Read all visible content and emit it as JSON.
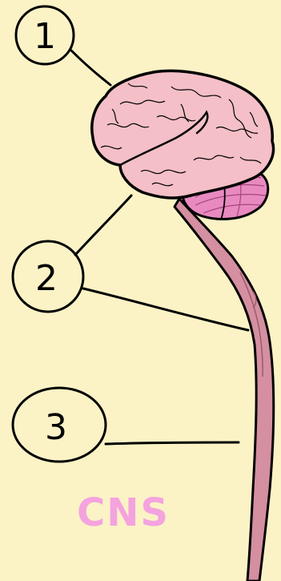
{
  "diagram": {
    "callouts": [
      {
        "number": "1"
      },
      {
        "number": "2"
      },
      {
        "number": "3"
      }
    ],
    "caption": "CNS",
    "colors": {
      "background": "#fbf3c6",
      "brain": "#f4bfc7",
      "cerebellum": "#e88ac0",
      "spinal_cord": "#d48fa0",
      "caption": "#f4a3df",
      "outline": "#000000"
    }
  }
}
